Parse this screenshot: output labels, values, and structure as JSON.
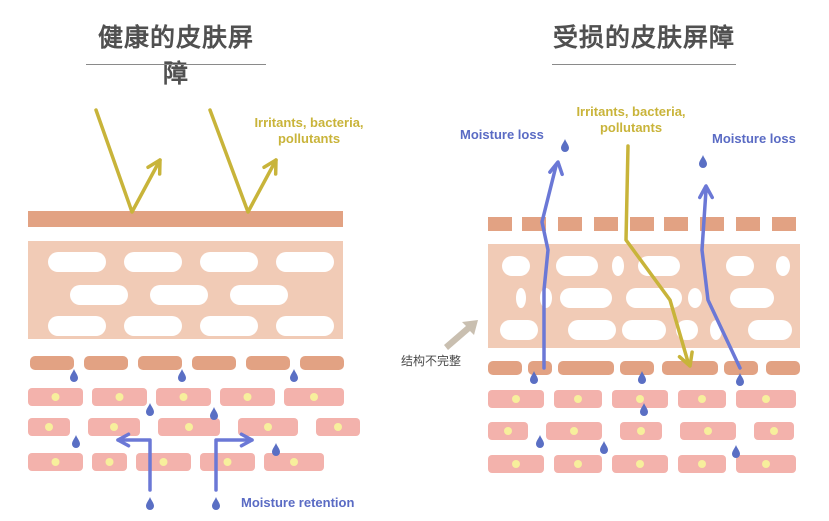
{
  "healthy": {
    "title": "健康的皮肤屏障",
    "irritants_label": "Irritants, bacteria,\npollutants",
    "moisture_label": "Moisture retention"
  },
  "damaged": {
    "title": "受损的皮肤屏障",
    "irritants_label": "Irritants, bacteria,\npollutants",
    "moisture_loss_left": "Moisture loss",
    "moisture_loss_right": "Moisture loss",
    "incomplete_label": "结构不完整"
  },
  "colors": {
    "stratum_top": "#e2a283",
    "lipid_layer": "#f1cbb6",
    "brick": "#e2a283",
    "cell": "#f3b2ac",
    "nucleus": "#f7ef9c",
    "arrow_yellow": "#c8b43a",
    "arrow_blue": "#6b78d6",
    "drop": "#5a6fc4",
    "gray_arrow": "#c9bfb0"
  }
}
